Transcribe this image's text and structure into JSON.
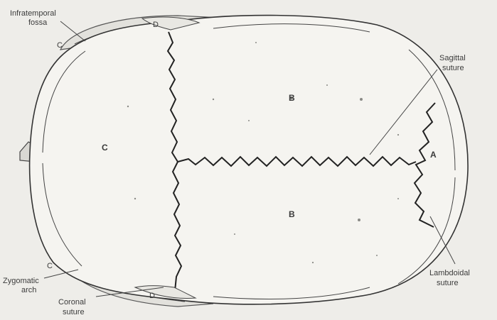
{
  "labels": {
    "infratemporal_fossa_1": "Infratemporal",
    "infratemporal_fossa_2": "fossa",
    "sagittal_suture_1": "Sagittal",
    "sagittal_suture_2": "suture",
    "lambdoidal_suture_1": "Lambdoidal",
    "lambdoidal_suture_2": "suture",
    "zygomatic_arch_1": "Zygomatic",
    "zygomatic_arch_2": "arch",
    "coronal_suture_1": "Coronal",
    "coronal_suture_2": "suture"
  },
  "bone_letters": {
    "frontal": "C",
    "parietal_top": "B",
    "parietal_bottom": "B",
    "occipital": "A",
    "temporal_top": "D",
    "temporal_bottom": "D",
    "zygomatic_top": "C",
    "zygomatic_bottom": "C"
  }
}
